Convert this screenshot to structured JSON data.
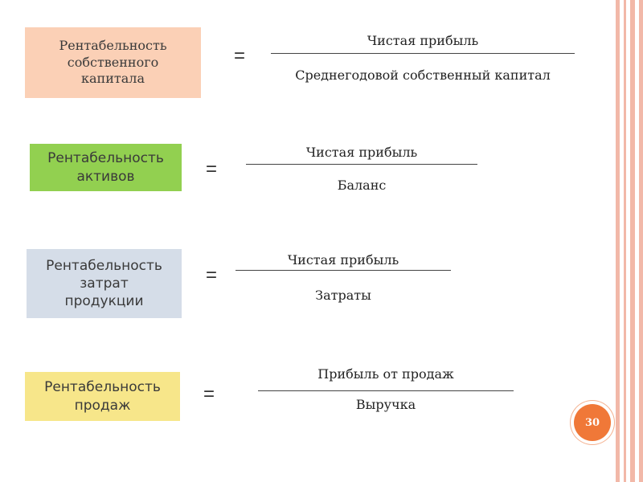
{
  "colors": {
    "stripe": "#f2b8a8",
    "box_equity": "#fbd0b6",
    "box_assets": "#92d050",
    "box_costs": "#d5dde8",
    "box_sales": "#f7e68a",
    "badge": "#f07838"
  },
  "formulas": [
    {
      "label": "Рентабельность\nсобственного\nкапитала",
      "equals": "=",
      "numerator": "Чистая прибыль",
      "denominator": "Среднегодовой собственный капитал"
    },
    {
      "label": "Рентабельность\nактивов",
      "equals": "=",
      "numerator": "Чистая прибыль",
      "denominator": "Баланс"
    },
    {
      "label": "Рентабельность\nзатрат\nпродукции",
      "equals": "=",
      "numerator": "Чистая прибыль",
      "denominator": "Затраты"
    },
    {
      "label": "Рентабельность\nпродаж",
      "equals": "=",
      "numerator": "Прибыль от продаж",
      "denominator": "Выручка"
    }
  ],
  "page_number": "30"
}
